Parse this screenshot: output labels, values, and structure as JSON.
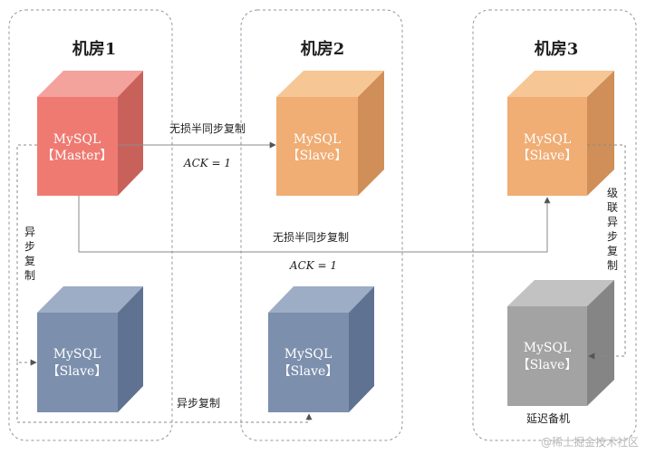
{
  "rooms": [
    {
      "title": "机房1"
    },
    {
      "title": "机房2"
    },
    {
      "title": "机房3"
    }
  ],
  "nodes": {
    "master": {
      "line1": "MySQL",
      "line2": "【Master】",
      "front_color": "#ef7a72",
      "top_color": "#f4a29c",
      "side_color": "#c9615b"
    },
    "slave_room2_top": {
      "line1": "MySQL",
      "line2": "【Slave】",
      "front_color": "#f0ad74",
      "top_color": "#f6c695",
      "side_color": "#d08e58"
    },
    "slave_room3_top": {
      "line1": "MySQL",
      "line2": "【Slave】",
      "front_color": "#f0ad74",
      "top_color": "#f6c695",
      "side_color": "#d08e58"
    },
    "slave_room1_bottom": {
      "line1": "MySQL",
      "line2": "【Slave】",
      "front_color": "#7c8fad",
      "top_color": "#9eadc6",
      "side_color": "#5f7292"
    },
    "slave_room2_bottom": {
      "line1": "MySQL",
      "line2": "【Slave】",
      "front_color": "#7c8fad",
      "top_color": "#9eadc6",
      "side_color": "#5f7292"
    },
    "delayed_backup": {
      "line1": "MySQL",
      "line2": "【Slave】",
      "front_color": "#a3a3a3",
      "top_color": "#c2c2c2",
      "side_color": "#858585"
    }
  },
  "labels": {
    "semi_sync_1": "无损半同步复制",
    "ack_1": "ACK = 1",
    "semi_sync_2": "无损半同步复制",
    "ack_2": "ACK = 1",
    "async_vertical": [
      "异",
      "步",
      "复",
      "制"
    ],
    "cascade": [
      "级",
      "联",
      "异",
      "步",
      "复",
      "制"
    ],
    "async_bottom": "异步复制",
    "delayed_backup": "延迟备机"
  },
  "watermark": "@稀土掘金技术社区"
}
